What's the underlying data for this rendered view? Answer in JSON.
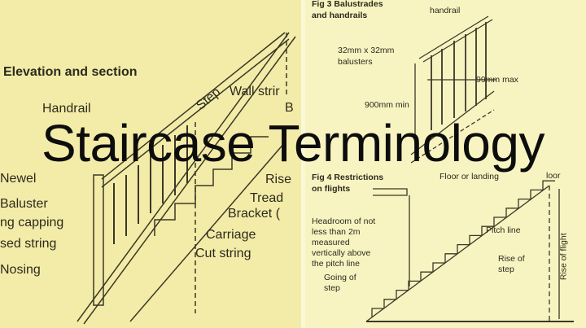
{
  "title": "Staircase Terminology",
  "left_panel": {
    "heading": "Elevation and section",
    "labels": {
      "handrail": "Handrail",
      "wall_string": "Wall strir",
      "step": "Step",
      "b": "B",
      "rise": "Rise",
      "tread": "Tread",
      "bracket": "Bracket (",
      "carriage": "Carriage",
      "cut_string": "Cut string",
      "newel": "Newel",
      "baluster": "Baluster",
      "string_capping": "ng capping",
      "closed_string": "sed string",
      "nosing": "Nosing"
    }
  },
  "fig3": {
    "heading_line1": "Fig 3 Balustrades",
    "heading_line2": "and handrails",
    "handrail": "handrail",
    "balusters_line1": "32mm x 32mm",
    "balusters_line2": "balusters",
    "spacing": "99mm max",
    "height": "900mm min"
  },
  "fig4": {
    "heading_line1": "Fig 4 Restrictions",
    "heading_line2": "on flights",
    "floor_or_landing": "Floor or landing",
    "floor": "loor",
    "headroom": [
      "Headroom of not",
      "less than 2m",
      "measured",
      "vertically above",
      "the pitch line"
    ],
    "pitch_line": "Pitch line",
    "rise_of_step_line1": "Rise of",
    "rise_of_step_line2": "step",
    "going_line1": "Going of",
    "going_line2": "step",
    "rise_of_flight": "Rise of flight"
  },
  "colors": {
    "left_bg": "#f3eca8",
    "right_bg": "#f8f4c2",
    "ink": "#2b2a1c",
    "title": "#0d0d0d"
  }
}
